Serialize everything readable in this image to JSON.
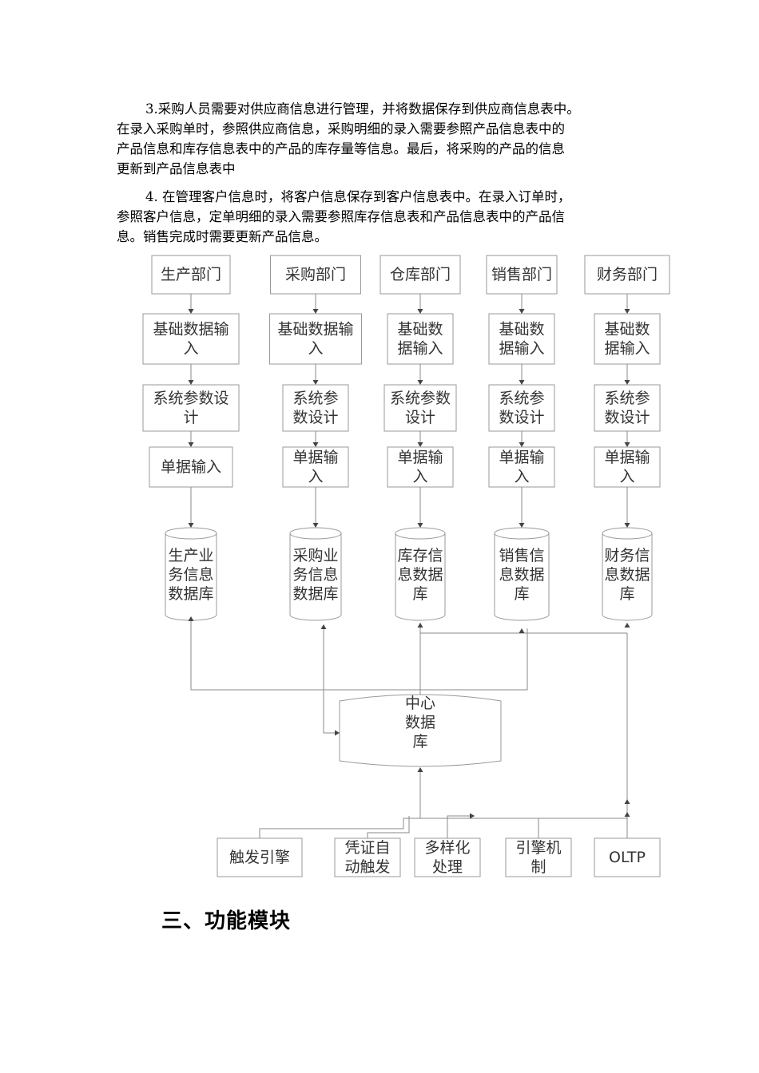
{
  "paragraph_3": {
    "lines": [
      "3.采购人员需要对供应商信息进行管理，并将数据保存到供应商信息表中。",
      "在录入采购单时，参照供应商信息，采购明细的录入需要参照产品信息表中的",
      "产品信息和库存信息表中的产品的库存量等信息。最后，将采购的产品的信息",
      "更新到产品信息表中"
    ]
  },
  "paragraph_4": {
    "lines": [
      "4. 在管理客户信息时，将客户信息保存到客户信息表中。在录入订单时，",
      "参照客户信息，定单明细的录入需要参照库存信息表和产品信息表中的产品信",
      "息。销售完成时需要更新产品信息。"
    ]
  },
  "diagram": {
    "columns": [
      {
        "department": [
          "生产部门"
        ],
        "basic_input": [
          "基础数据输",
          "入"
        ],
        "param_design": [
          "系统参数设",
          "计"
        ],
        "doc_input": [
          "单据输入"
        ],
        "database": [
          "生产业",
          "务信息",
          "数据库"
        ]
      },
      {
        "department": [
          "采购部门"
        ],
        "basic_input": [
          "基础数据输",
          "入"
        ],
        "param_design": [
          "系统参",
          "数设计"
        ],
        "doc_input": [
          "单据输",
          "入"
        ],
        "database": [
          "采购业",
          "务信息",
          "数据库"
        ]
      },
      {
        "department": [
          "仓库部门"
        ],
        "basic_input": [
          "基础数",
          "据输入"
        ],
        "param_design": [
          "系统参数",
          "设计"
        ],
        "doc_input": [
          "单据输",
          "入"
        ],
        "database": [
          "库存信",
          "息数据",
          "库"
        ]
      },
      {
        "department": [
          "销售部门"
        ],
        "basic_input": [
          "基础数",
          "据输入"
        ],
        "param_design": [
          "系统参",
          "数设计"
        ],
        "doc_input": [
          "单据输",
          "入"
        ],
        "database": [
          "销售信",
          "息数据",
          "库"
        ]
      },
      {
        "department": [
          "财务部门"
        ],
        "basic_input": [
          "基础数",
          "据输入"
        ],
        "param_design": [
          "系统参",
          "数设计"
        ],
        "doc_input": [
          "单据输",
          "入"
        ],
        "database": [
          "财务信",
          "息数据",
          "库"
        ]
      }
    ],
    "central_db": [
      "中心",
      "数据",
      "库"
    ],
    "bottom_boxes": [
      [
        "触发引擎"
      ],
      [
        "凭证自",
        "动触发"
      ],
      [
        "多样化",
        "处理"
      ],
      [
        "引擎机",
        "制"
      ],
      [
        "OLTP"
      ]
    ]
  },
  "section_heading": "三、功能模块"
}
